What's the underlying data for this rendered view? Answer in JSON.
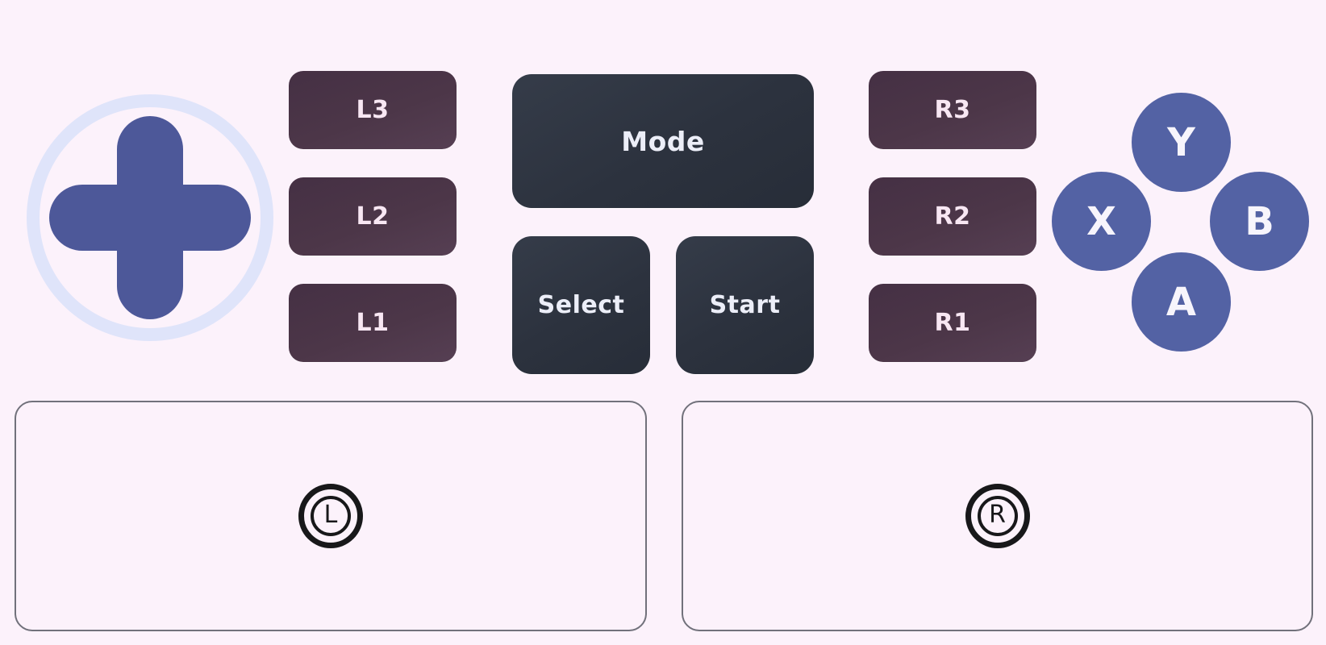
{
  "controller": {
    "dpad": {
      "name": "d-pad"
    },
    "left_triggers": [
      {
        "id": "l3",
        "label": "L3"
      },
      {
        "id": "l2",
        "label": "L2"
      },
      {
        "id": "l1",
        "label": "L1"
      }
    ],
    "center_buttons": {
      "mode": {
        "label": "Mode"
      },
      "select": {
        "label": "Select"
      },
      "start": {
        "label": "Start"
      }
    },
    "right_triggers": [
      {
        "id": "r3",
        "label": "R3"
      },
      {
        "id": "r2",
        "label": "R2"
      },
      {
        "id": "r1",
        "label": "R1"
      }
    ],
    "face_buttons": {
      "y": {
        "label": "Y"
      },
      "x": {
        "label": "X"
      },
      "b": {
        "label": "B"
      },
      "a": {
        "label": "A"
      }
    },
    "sticks": {
      "left": {
        "label": "L"
      },
      "right": {
        "label": "R"
      }
    }
  },
  "colors": {
    "bg": "#fcf2fb",
    "ring": "#dfe4fa",
    "dpad": "#4d5899",
    "trigger-top": "#453044",
    "trigger-bottom": "#563f53",
    "trigger-text": "#f8e7f3",
    "center-top": "#353c49",
    "center-bottom": "#272d38",
    "center-text": "#eceef8",
    "face": "#5362a4",
    "face-text": "#f7f5fc",
    "box-border": "#71717b",
    "icon": "#18181a"
  }
}
